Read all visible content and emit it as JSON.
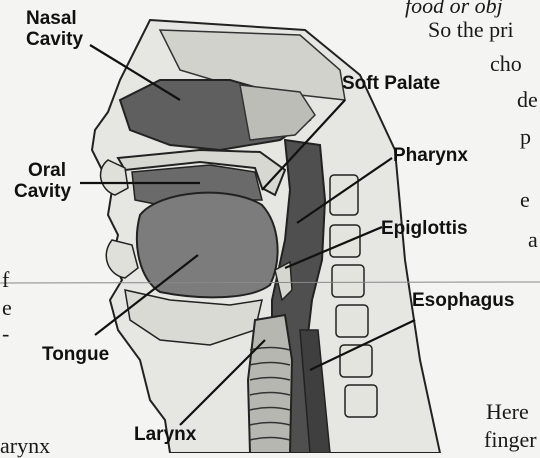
{
  "labels": {
    "nasal_cavity": [
      "Nasal",
      "Cavity"
    ],
    "oral_cavity": [
      "Oral",
      "Cavity"
    ],
    "soft_palate": "Soft Palate",
    "pharynx": "Pharynx",
    "epiglottis": "Epiglottis",
    "esophagus": "Esophagus",
    "tongue": "Tongue",
    "larynx": "Larynx"
  },
  "background_text": {
    "top_right": "food or obj",
    "lines": [
      "So the pri",
      "cho",
      "de",
      "p",
      "e",
      "a",
      "Here",
      "finger"
    ],
    "left_fragments": [
      "f",
      "e",
      "-"
    ],
    "bottom_left": "arynx"
  },
  "colors": {
    "tissue_dark": "#5c5c5c",
    "tissue_mid": "#9a9a9a",
    "tissue_light": "#cfcfcf",
    "bone": "#dcdcd6",
    "line": "#1a1a1a"
  }
}
